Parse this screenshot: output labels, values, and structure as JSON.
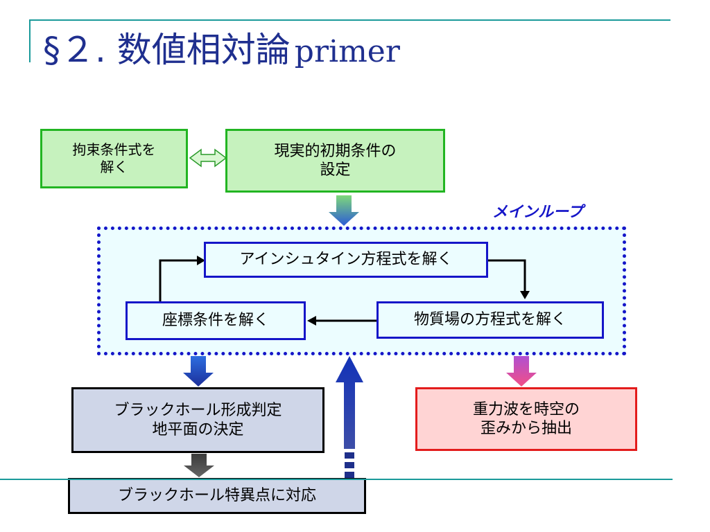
{
  "slide": {
    "title_jp": "§２. 数値相対論",
    "title_en": "primer"
  },
  "nodes": {
    "constraint": "拘束条件式を\n解く",
    "initial": "現実的初期条件の\n設定",
    "main_loop_label": "メインループ",
    "einstein": "アインシュタイン方程式を解く",
    "matter": "物質場の方程式を解く",
    "coordinate": "座標条件を解く",
    "bh_formation": "ブラックホール形成判定\n地平面の決定",
    "gw_extract": "重力波を時空の\n歪みから抽出",
    "singularity": "ブラックホール特異点に対応"
  }
}
